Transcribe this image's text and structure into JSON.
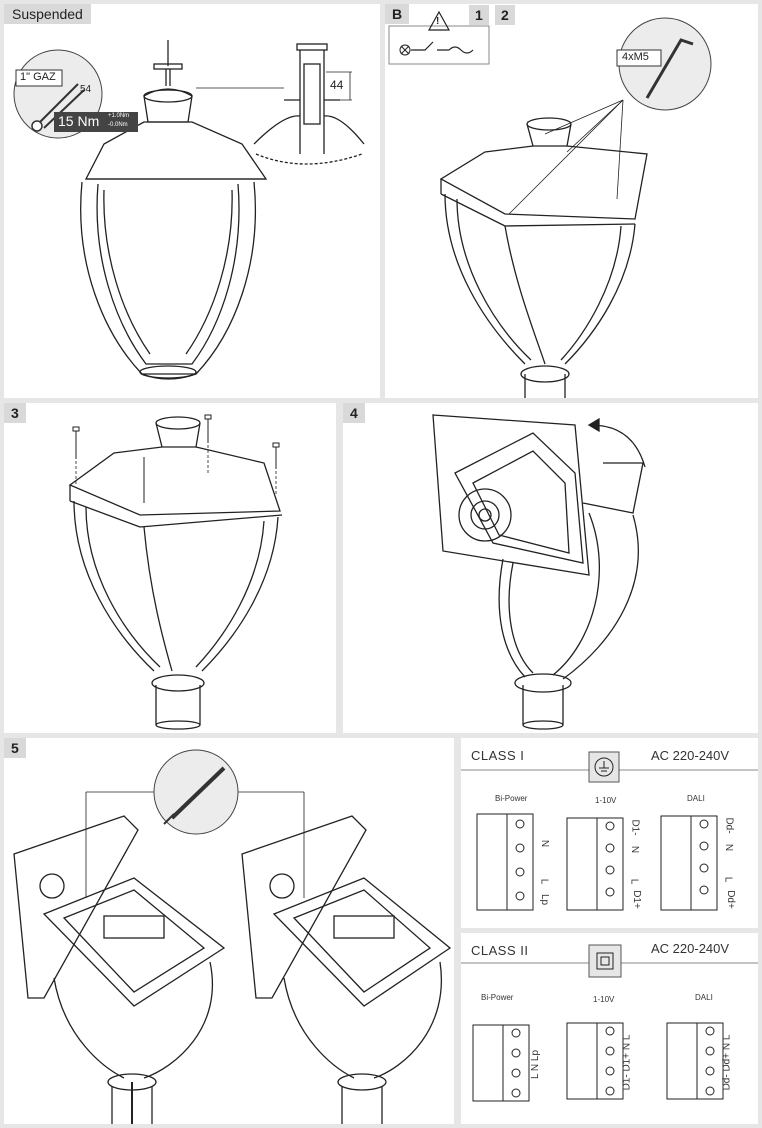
{
  "panel_suspended": {
    "title": "Suspended",
    "wrench_size": "1\" GAZ",
    "wrench_number": "54",
    "torque": "15 Nm",
    "torque_tol_plus": "+1.0Nm",
    "torque_tol_minus": "-0.0Nm",
    "dimension": "44"
  },
  "panel_b12": {
    "step_b": "B",
    "warning_symbol": "!",
    "step_1": "1",
    "step_2": "2",
    "screw_spec": "4xM5"
  },
  "step_3": "3",
  "step_4": "4",
  "step_5": "5",
  "wiring": {
    "class1": {
      "title": "CLASS I",
      "voltage": "AC 220-240V",
      "bipower": {
        "name": "Bi-Power",
        "labels": [
          "N",
          "L",
          "Lp"
        ]
      },
      "dim110": {
        "name": "1-10V",
        "labels": [
          "D1-",
          "N",
          "L",
          "D1+"
        ]
      },
      "dali": {
        "name": "DALI",
        "labels": [
          "Dd-",
          "N",
          "L",
          "Dd+"
        ]
      }
    },
    "class2": {
      "title": "CLASS II",
      "voltage": "AC 220-240V",
      "bipower": {
        "name": "Bi-Power",
        "label": "L N Lp"
      },
      "dim110": {
        "name": "1-10V",
        "label": "D1- D1+ N L"
      },
      "dali": {
        "name": "DALI",
        "label": "Dd- Dd+ N L"
      }
    }
  }
}
